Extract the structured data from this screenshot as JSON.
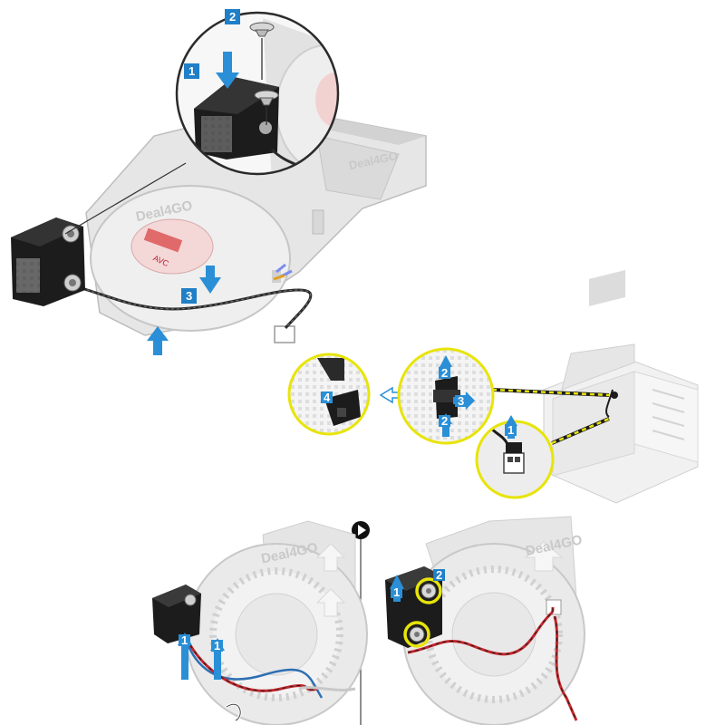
{
  "watermark": "Deal4GO",
  "panel_top": {
    "steps": [
      "1",
      "2",
      "3"
    ],
    "fan_label": "AVC"
  },
  "panel_middle": {
    "steps": [
      "1",
      "2",
      "3",
      "4"
    ]
  },
  "panel_bottom_left": {
    "steps": [
      "1",
      "1"
    ]
  },
  "panel_bottom_right": {
    "steps": [
      "1",
      "2"
    ]
  },
  "icons": {
    "transition": "play-circle-icon"
  },
  "colors": {
    "callout_blue": "#1f7fc7",
    "arrow_blue": "#2a8fd6",
    "highlight_yellow": "#e8e40a",
    "cable_red": "#c2272d",
    "plastic_gray": "#e4e4e4",
    "speaker_black": "#1c1c1c"
  }
}
